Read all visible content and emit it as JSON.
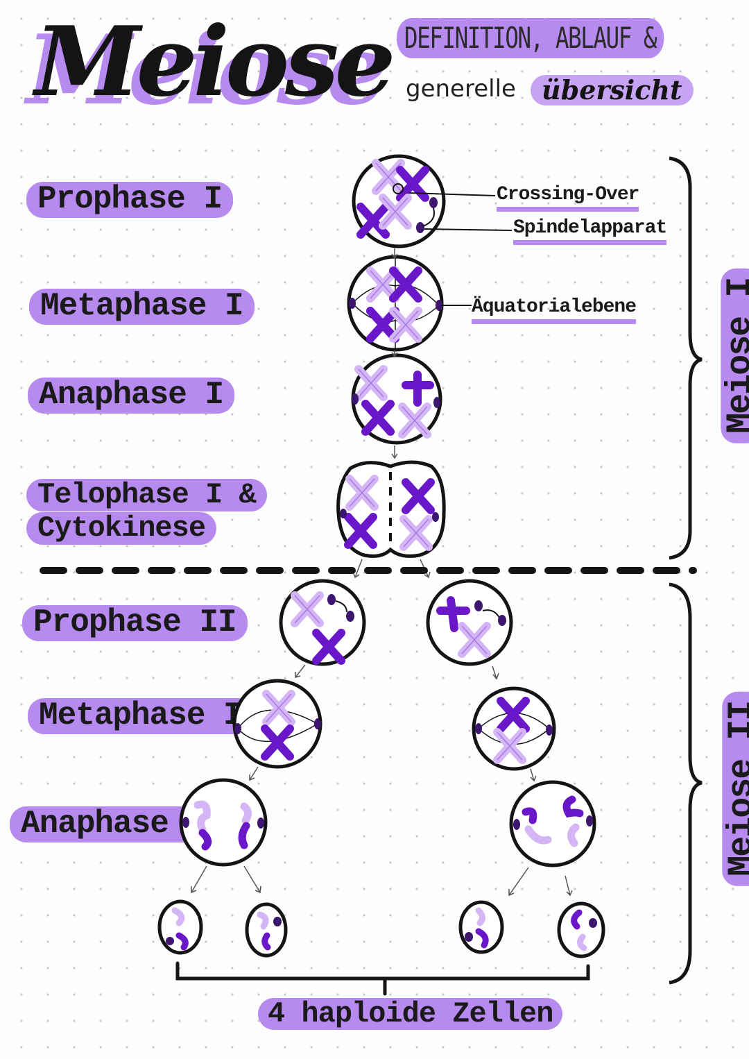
{
  "title": "Meiose",
  "subtitle_top": "DEFINITION, ABLAUF &",
  "subtitle_general": "generelle",
  "subtitle_overview": "übersicht",
  "stages": {
    "prophase1": "Prophase I",
    "metaphase1": "Metaphase I",
    "anaphase1": "Anaphase I",
    "telophase1_line1": "Telophase I &",
    "telophase1_line2": "Cytokinese",
    "prophase2": "Prophase II",
    "metaphase2": "Metaphase II",
    "anaphase2": "Anaphase II"
  },
  "annotations": {
    "crossing_over": "Crossing-Over",
    "spindle": "Spindelapparat",
    "equator": "Äquatorialebene"
  },
  "phase_groups": {
    "meiosis1": "Meiose I",
    "meiosis2": "Meiose II"
  },
  "result": "4 haploide Zellen",
  "colors": {
    "highlight": "#b78af0",
    "dark_purple": "#6a16c9",
    "light_purple": "#d4b5f5",
    "centriole": "#3d1670",
    "ink": "#141414"
  }
}
